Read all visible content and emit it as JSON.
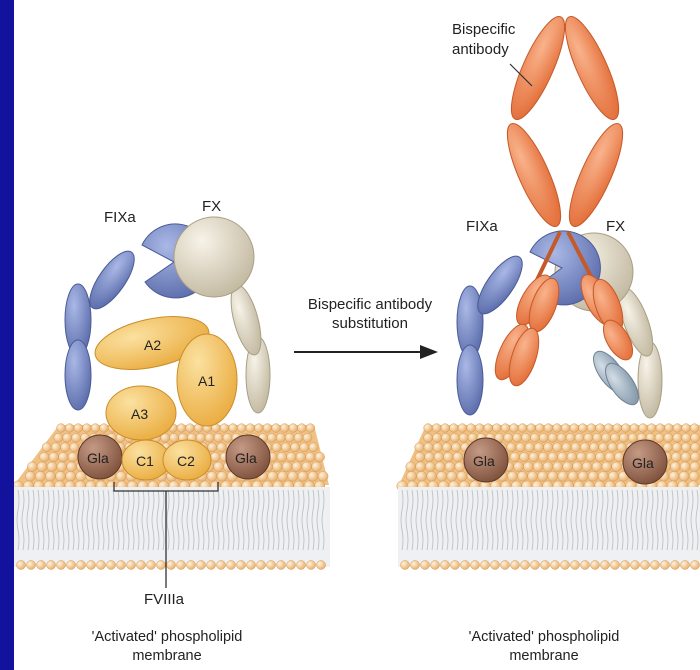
{
  "left": {
    "fixa": "FIXa",
    "fx": "FX",
    "domains": {
      "a1": "A1",
      "a2": "A2",
      "a3": "A3",
      "c1": "C1",
      "c2": "C2"
    },
    "gla_left": "Gla",
    "gla_right": "Gla",
    "cofactor": "FVIIIa",
    "caption_line1": "'Activated' phospholipid",
    "caption_line2": "membrane"
  },
  "arrow": {
    "line1": "Bispecific antibody",
    "line2": "substitution"
  },
  "right": {
    "antibody_line1": "Bispecific",
    "antibody_line2": "antibody",
    "fixa": "FIXa",
    "fx": "FX",
    "gla_left": "Gla",
    "gla_right": "Gla",
    "caption_line1": "'Activated' phospholipid",
    "caption_line2": "membrane"
  },
  "colors": {
    "background": "#12129c",
    "panel": "#ffffff",
    "membrane_head": "#f3c78c",
    "fixa": "#7c8ec6",
    "fx": "#e2dccb",
    "fviii": "#f5c35e",
    "antibody": "#f08a55",
    "gla": "#9b6a52",
    "grey_domain": "#9aaebd"
  }
}
